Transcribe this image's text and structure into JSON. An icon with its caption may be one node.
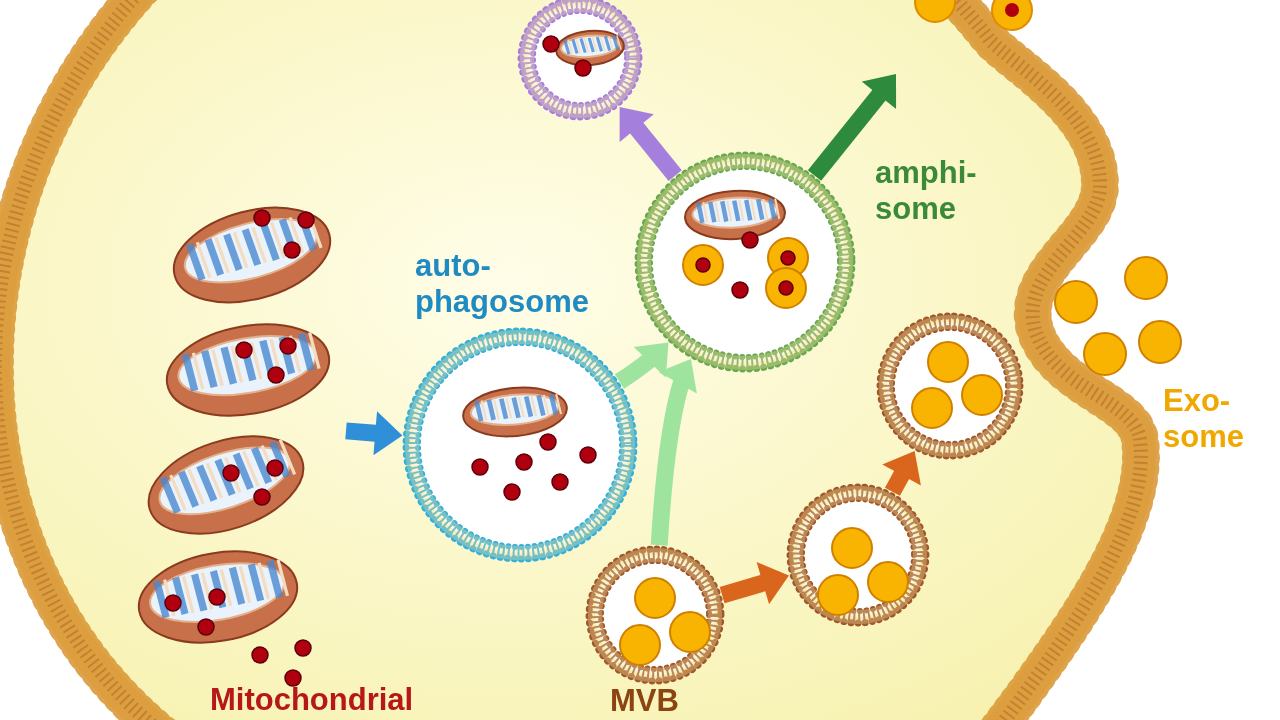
{
  "diagram": {
    "nodes": [
      {
        "text": [
          "Mitochondrial"
        ]
      },
      {
        "text": [
          "auto- phagosome"
        ]
      },
      {
        "text": [
          "amphi- some"
        ]
      },
      {
        "text": [],
        "shape": "circle"
      },
      {
        "text": [
          "MVB"
        ]
      },
      {
        "text": [],
        "shape": "circle"
      },
      {
        "text": [],
        "shape": "circle"
      },
      {
        "text": [
          "Exo- some"
        ]
      }
    ],
    "edges": [
      {
        "from": 0,
        "to": 1,
        "arrow": "to",
        "color": "#2f8fd8"
      },
      {
        "from": 1,
        "to": 2,
        "arrow": "to",
        "color": "#9ee39e"
      },
      {
        "from": 4,
        "to": 2,
        "arrow": "to",
        "color": "#9ee39e"
      },
      {
        "from": 2,
        "to": 3,
        "arrow": "to",
        "color": "#a57fdc"
      },
      {
        "from": 2,
        "to": null,
        "arrow": "to",
        "color": "#2e8b3e"
      },
      {
        "from": 4,
        "to": 5,
        "arrow": "to",
        "color": "#d9661c"
      },
      {
        "from": 5,
        "to": 6,
        "arrow": "to",
        "color": "#d9661c"
      }
    ]
  }
}
